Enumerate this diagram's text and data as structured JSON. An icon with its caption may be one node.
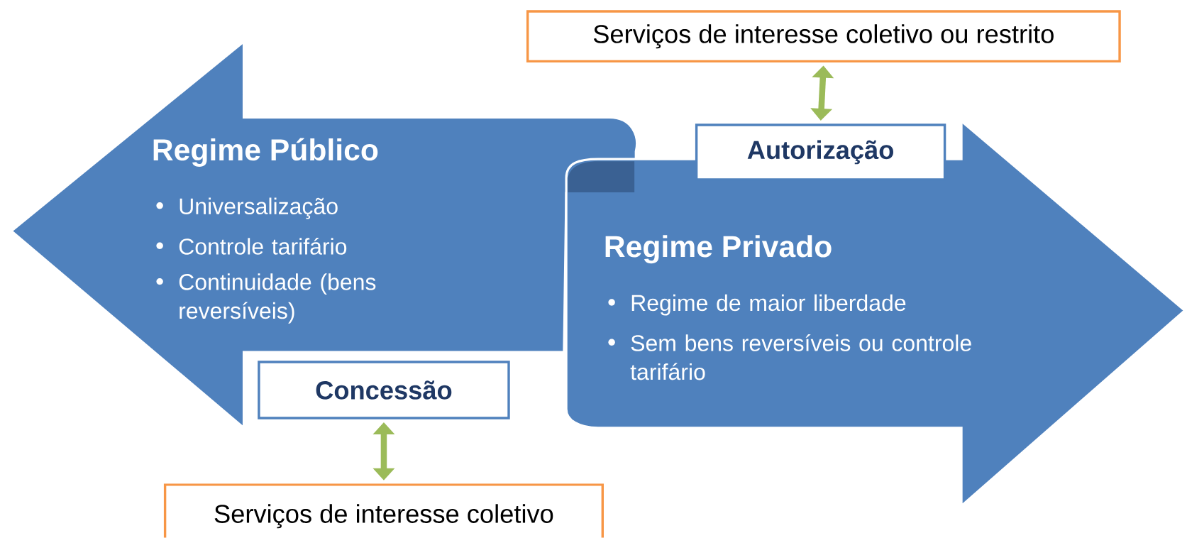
{
  "diagram": {
    "nodes": [
      {
        "text": [
          "Regime Público",
          "Universalização",
          "Controle tarifário",
          "Continuidade (bens reversíveis)"
        ]
      },
      {
        "text": [
          "Regime Privado",
          "Regime de maior liberdade",
          "Sem bens reversíveis ou controle tarifário"
        ]
      },
      {
        "text": [
          "Concessão"
        ]
      },
      {
        "text": [
          "Autorização"
        ]
      },
      {
        "text": [
          "Serviços de interesse coletivo ou restrito"
        ]
      },
      {
        "text": [
          "Serviços de interesse coletivo"
        ]
      }
    ],
    "edges": [
      {
        "from": 2,
        "to": 5,
        "arrow": "both"
      },
      {
        "from": 3,
        "to": 4,
        "arrow": "both"
      }
    ]
  }
}
